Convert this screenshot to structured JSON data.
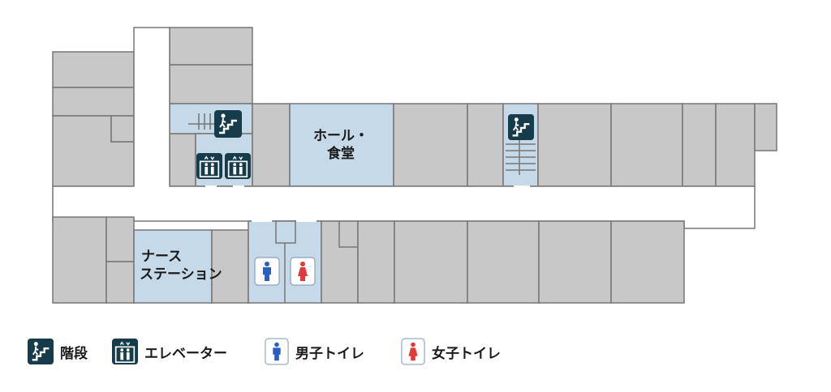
{
  "rooms": {
    "hall": [
      "ホール・",
      "食堂"
    ],
    "nurse_station": [
      "ナース",
      "ステーション"
    ]
  },
  "legend": {
    "stairs": "階段",
    "elevator": "エレベーター",
    "mens_toilet": "男子トイレ",
    "womens_toilet": "女子トイレ"
  },
  "colors": {
    "room_fill": "#c8c8c8",
    "room_stroke": "#767676",
    "highlight_fill": "#c6d9e8",
    "icon_dark": "#163b4a",
    "mens_blue": "#2a5fbf",
    "womens_red": "#e03a3a"
  },
  "icons": {
    "stairs": "stairs-icon",
    "elevator": "elevator-icon",
    "mens_toilet": "mens-toilet-icon",
    "womens_toilet": "womens-toilet-icon"
  }
}
